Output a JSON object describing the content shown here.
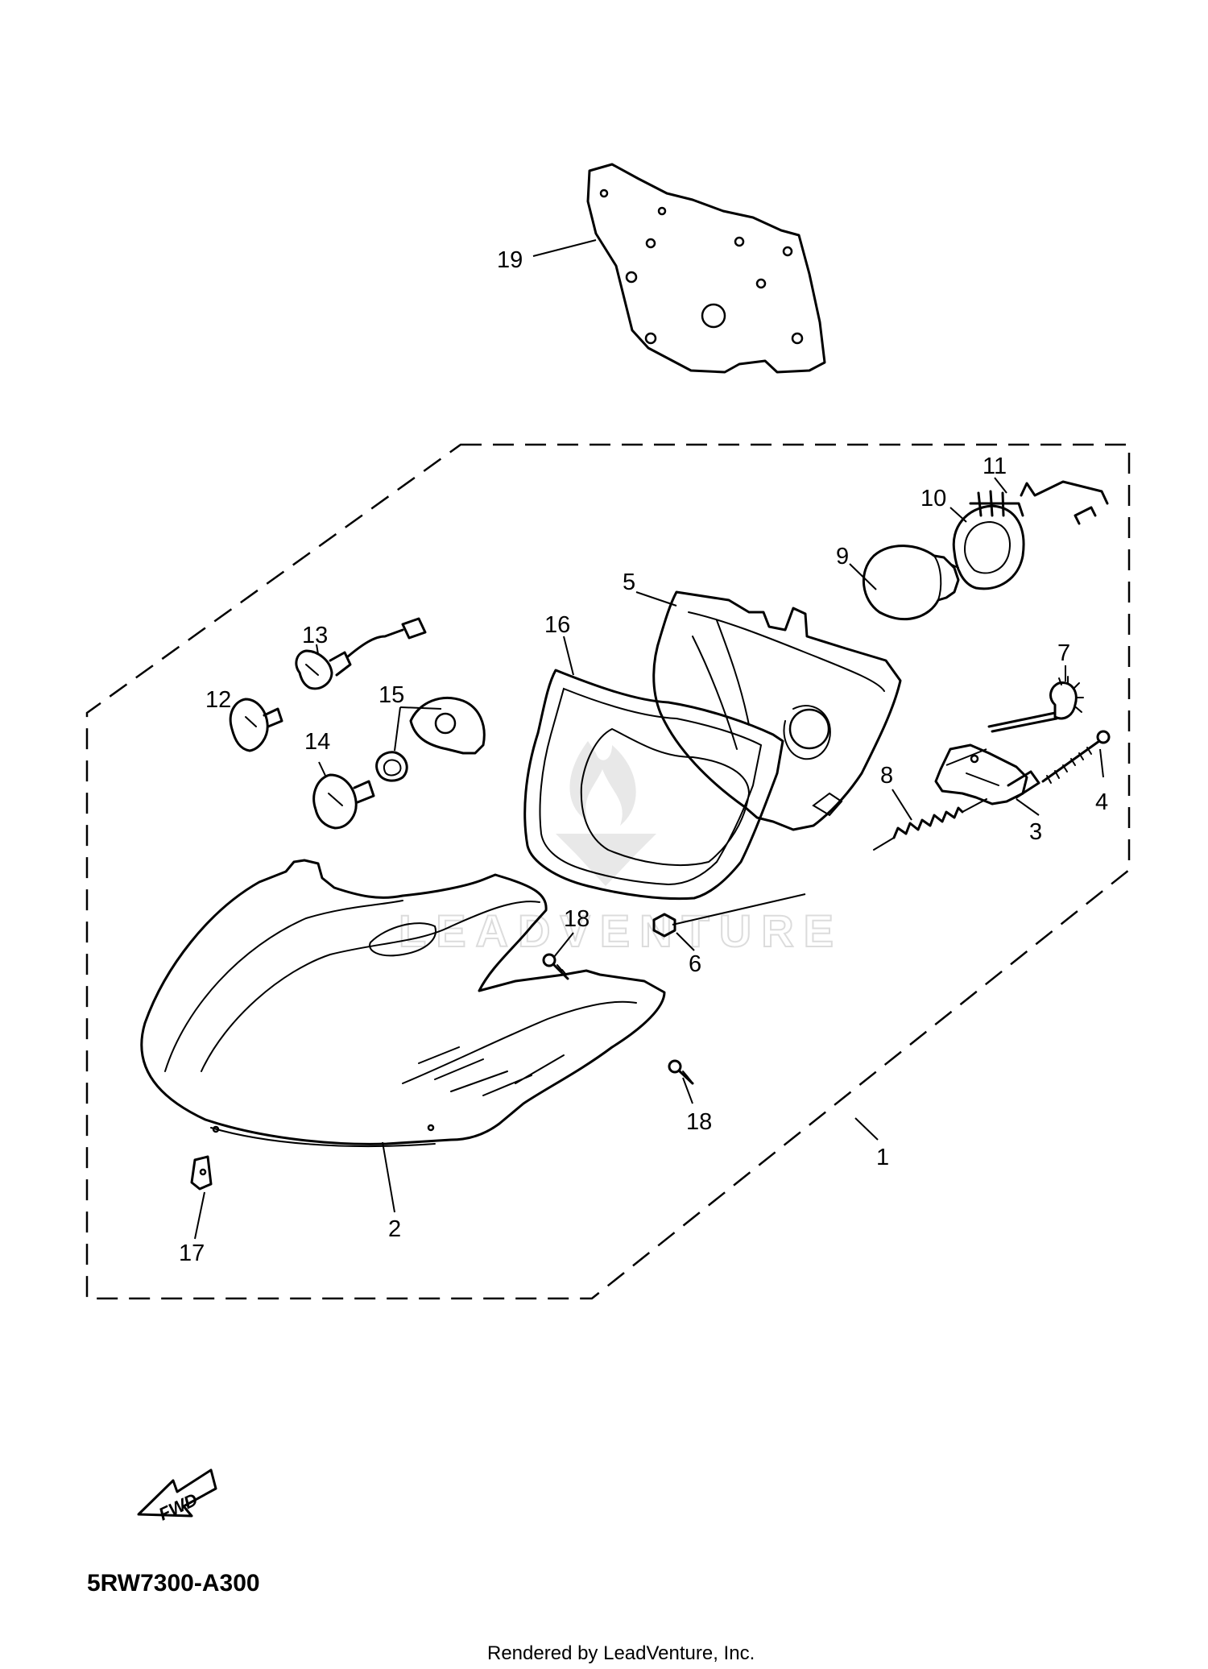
{
  "callouts": {
    "c1": "1",
    "c2": "2",
    "c3": "3",
    "c4": "4",
    "c5": "5",
    "c6": "6",
    "c7": "7",
    "c8": "8",
    "c9": "9",
    "c10": "10",
    "c11": "11",
    "c12": "12",
    "c13": "13",
    "c14": "14",
    "c15": "15",
    "c16": "16",
    "c17": "17",
    "c18a": "18",
    "c18b": "18",
    "c19": "19"
  },
  "diagram_code": "5RW7300-A300",
  "fwd_label": "FWD",
  "credit": "Rendered by LeadVenture, Inc.",
  "watermark": "LEADVENTURE",
  "icons": [
    "fwd-arrow-icon",
    "leadventure-logo-watermark"
  ]
}
